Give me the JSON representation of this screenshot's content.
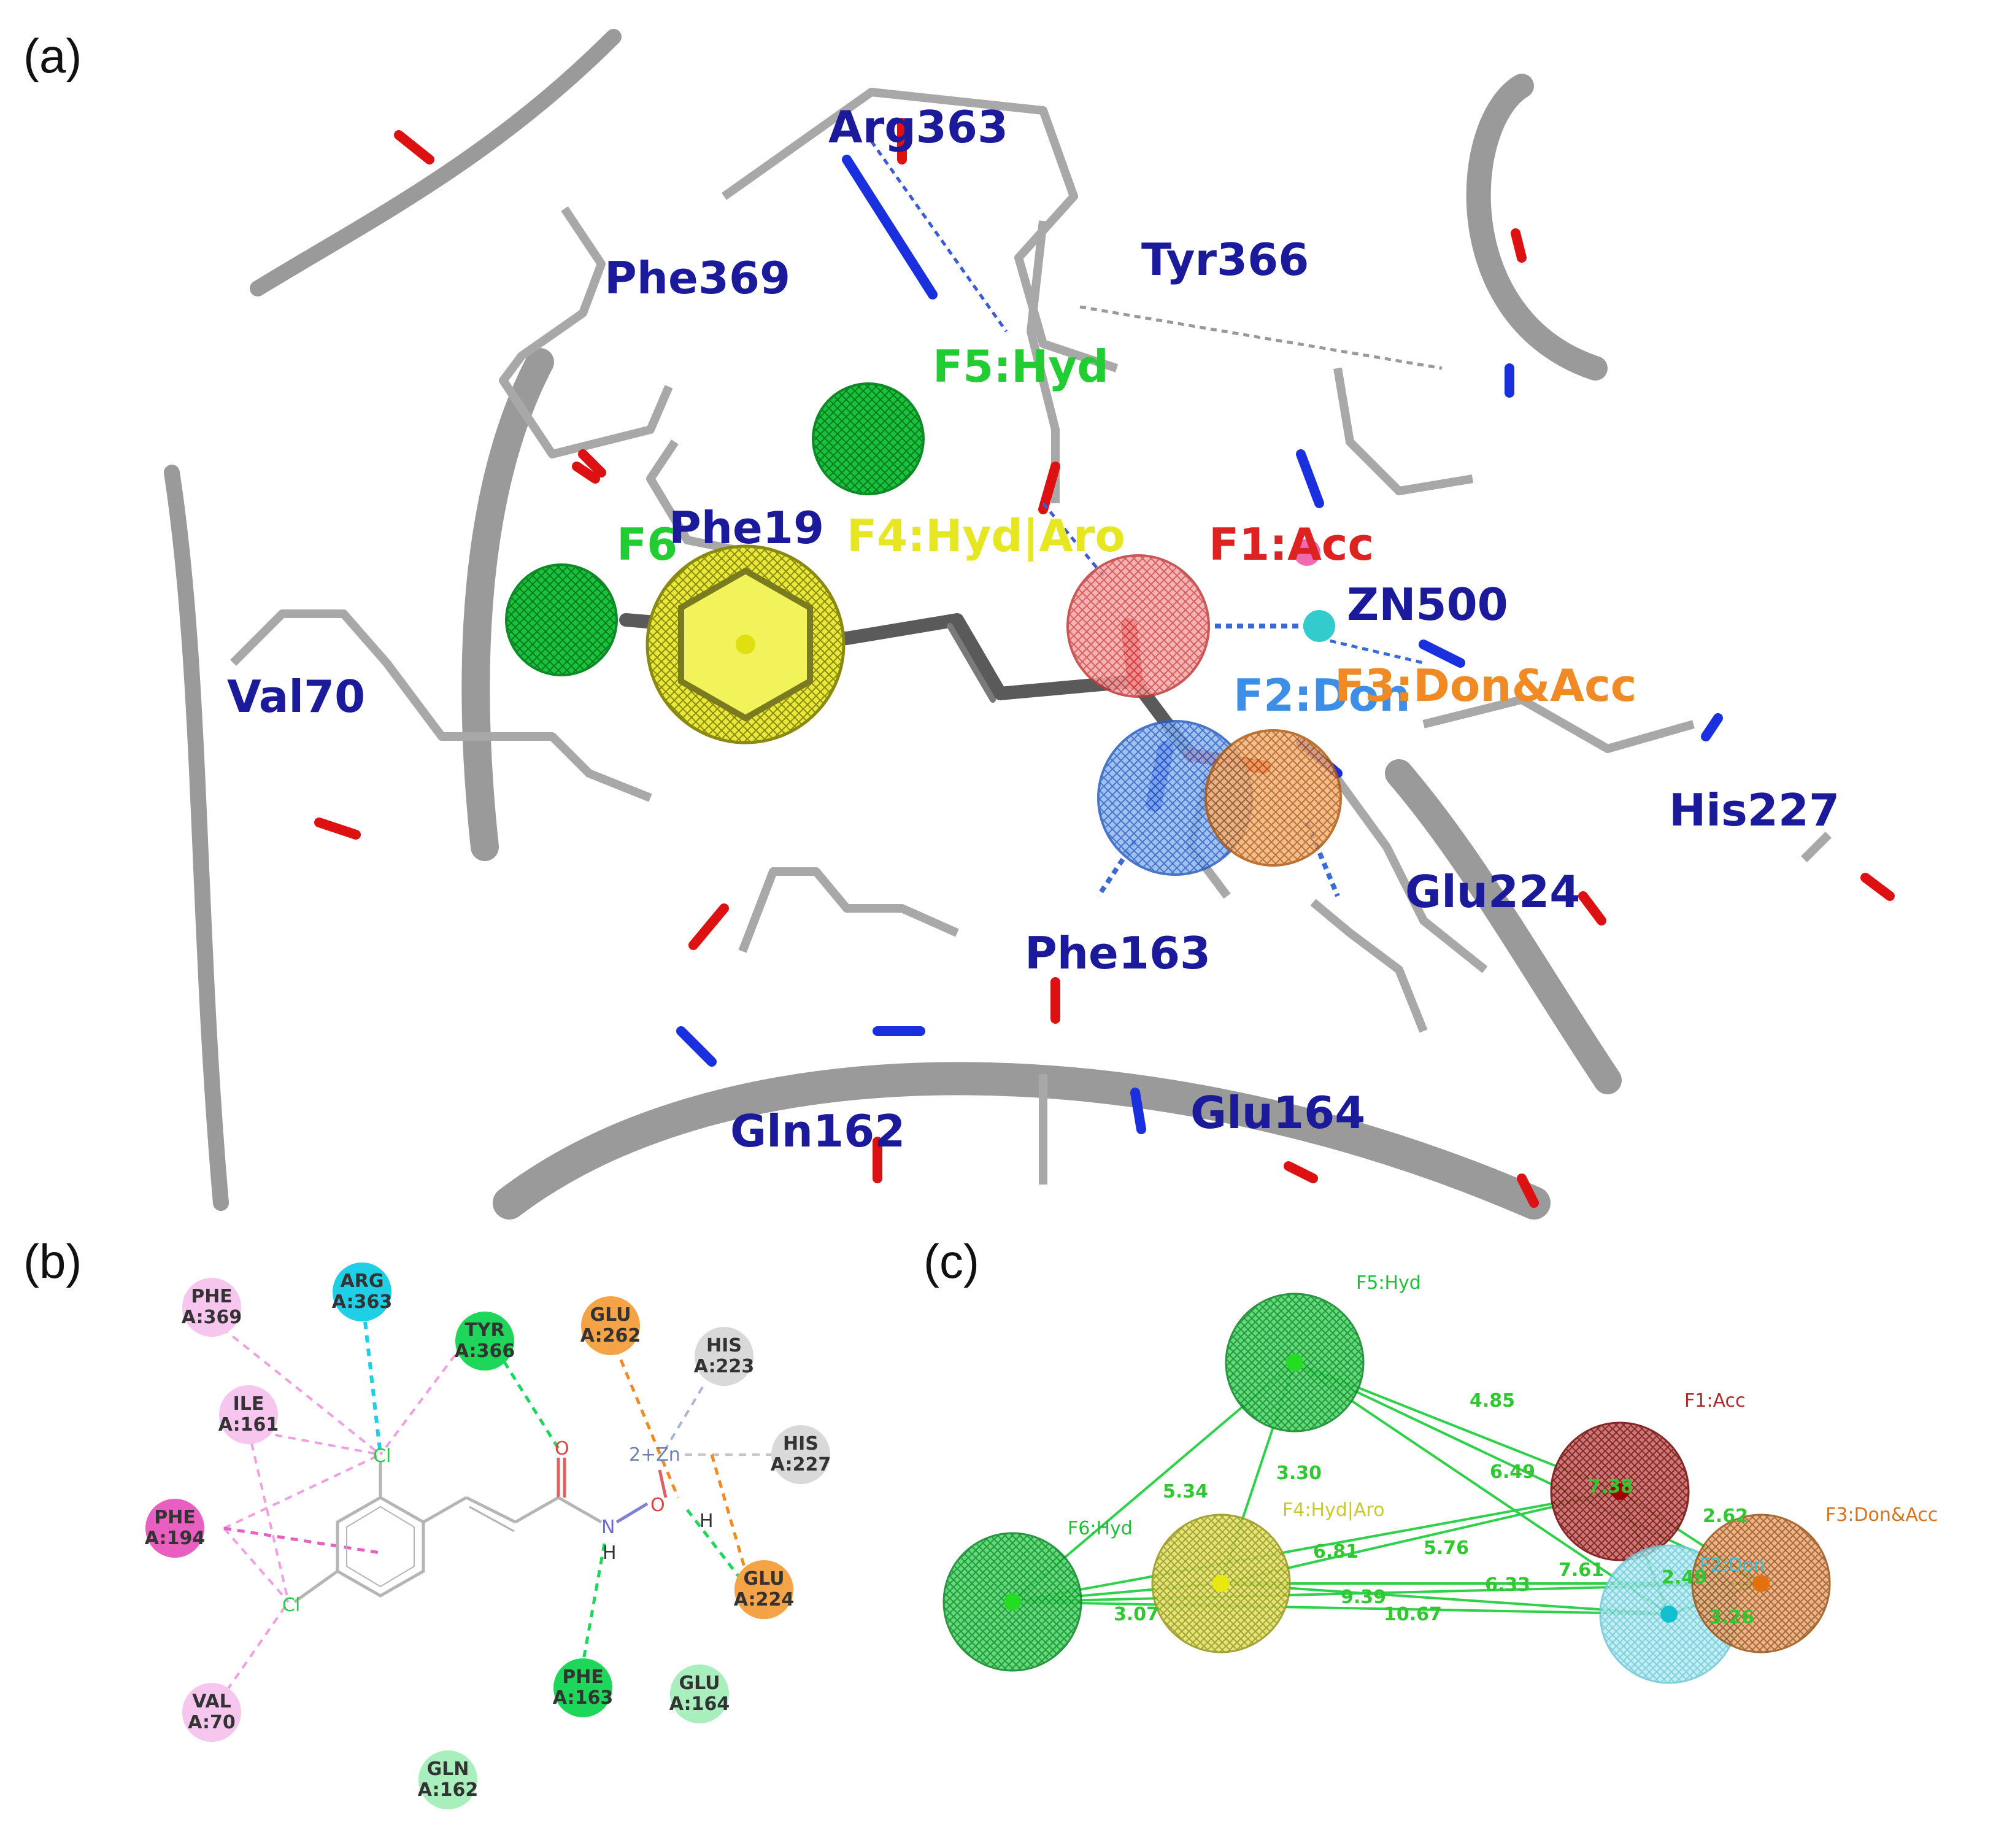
{
  "panels": {
    "a": {
      "letter": "(a)",
      "residues": [
        {
          "key": "arg363",
          "text": "Arg363"
        },
        {
          "key": "phe369",
          "text": "Phe369"
        },
        {
          "key": "tyr366",
          "text": "Tyr366"
        },
        {
          "key": "val70",
          "text": "Val70"
        },
        {
          "key": "phe194",
          "text": "Phe19"
        },
        {
          "key": "zn500",
          "text": "ZN500"
        },
        {
          "key": "his227",
          "text": "His227"
        },
        {
          "key": "glu224",
          "text": "Glu224"
        },
        {
          "key": "phe163",
          "text": "Phe163"
        },
        {
          "key": "gln162",
          "text": "Gln162"
        },
        {
          "key": "glu164",
          "text": "Glu164"
        }
      ],
      "features": [
        {
          "key": "f5",
          "text": "F5:Hyd",
          "color": "#22cc33"
        },
        {
          "key": "f6",
          "text": "F6",
          "color": "#22cc33"
        },
        {
          "key": "f4",
          "text": "F4:Hyd|Aro",
          "color": "#e6e622"
        },
        {
          "key": "f1",
          "text": "F1:Acc",
          "color": "#dd2222"
        },
        {
          "key": "f2",
          "text": "F2:Don",
          "color": "#3d8ee6"
        },
        {
          "key": "f3",
          "text": "F3:Don&Acc",
          "color": "#f08a24"
        }
      ],
      "colors": {
        "residue_label": "#1a1a9a",
        "ribbon": "#9a9a9a",
        "ligand": "#555555",
        "oxygen": "#dd1111",
        "nitrogen": "#1a2fdd",
        "zinc": "#33cccc"
      }
    },
    "b": {
      "letter": "(b)",
      "residues": [
        {
          "key": "phe369",
          "line1": "PHE",
          "line2": "A:369",
          "color": "#f7c6ef"
        },
        {
          "key": "arg363",
          "line1": "ARG",
          "line2": "A:363",
          "color": "#1ecfe6"
        },
        {
          "key": "tyr366",
          "line1": "TYR",
          "line2": "A:366",
          "color": "#1ed65a"
        },
        {
          "key": "glu262",
          "line1": "GLU",
          "line2": "A:262",
          "color": "#f5a347"
        },
        {
          "key": "his223",
          "line1": "HIS",
          "line2": "A:223",
          "color": "#d9d9d9"
        },
        {
          "key": "ile161",
          "line1": "ILE",
          "line2": "A:161",
          "color": "#f7c6ef"
        },
        {
          "key": "his227",
          "line1": "HIS",
          "line2": "A:227",
          "color": "#d9d9d9"
        },
        {
          "key": "phe194",
          "line1": "PHE",
          "line2": "A:194",
          "color": "#e85ec1"
        },
        {
          "key": "glu224",
          "line1": "GLU",
          "line2": "A:224",
          "color": "#f5a347"
        },
        {
          "key": "phe163",
          "line1": "PHE",
          "line2": "A:163",
          "color": "#1ed65a"
        },
        {
          "key": "glu164",
          "line1": "GLU",
          "line2": "A:164",
          "color": "#a8efbd"
        },
        {
          "key": "val70",
          "line1": "VAL",
          "line2": "A:70",
          "color": "#f7c6ef"
        },
        {
          "key": "gln162",
          "line1": "GLN",
          "line2": "A:162",
          "color": "#a8efbd"
        }
      ],
      "atoms": {
        "cl_top": "Cl",
        "cl_bottom": "Cl",
        "o_carbonyl": "O",
        "n_amide": "N",
        "h_amide": "H",
        "o_hydroxyl": "O",
        "h_hydroxyl": "H",
        "zinc": "2+Zn"
      }
    },
    "c": {
      "letter": "(c)",
      "features": [
        {
          "key": "f5",
          "text": "F5:Hyd",
          "color": "#1fbf3a"
        },
        {
          "key": "f1",
          "text": "F1:Acc",
          "color": "#b02a2a"
        },
        {
          "key": "f3",
          "text": "F3:Don&Acc",
          "color": "#d9731a"
        },
        {
          "key": "f6",
          "text": "F6:Hyd",
          "color": "#1fbf3a"
        },
        {
          "key": "f4",
          "text": "F4:Hyd|Aro",
          "color": "#c9c92a"
        },
        {
          "key": "f2",
          "text": "F2:Don",
          "color": "#3bbfd6"
        }
      ],
      "distances": [
        "4.85",
        "6.49",
        "3.30",
        "5.34",
        "6.81",
        "5.76",
        "7.61",
        "6.33",
        "9.39",
        "10.67",
        "3.07",
        "2.62",
        "2.49",
        "3.26",
        "7.38"
      ]
    }
  }
}
